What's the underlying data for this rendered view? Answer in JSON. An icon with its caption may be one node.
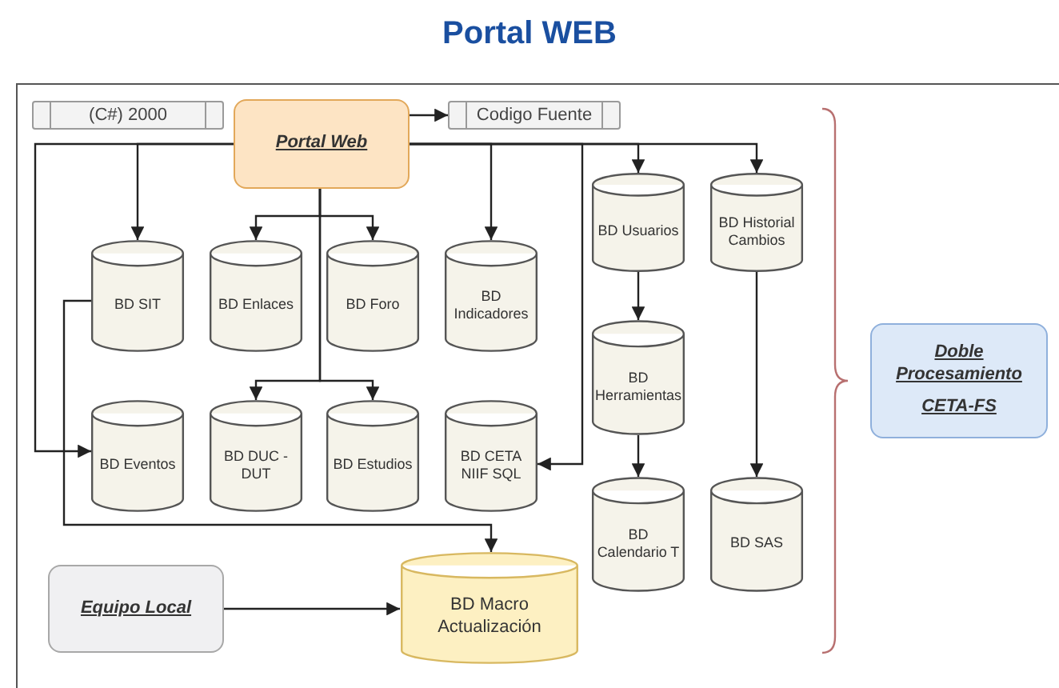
{
  "diagram": {
    "title": "Portal WEB",
    "nodes": [
      {
        "text": [
          "(C#) 2000"
        ]
      },
      {
        "text": [
          "Portal Web"
        ]
      },
      {
        "text": [
          "Codigo Fuente"
        ]
      },
      {
        "text": [
          "BD SIT"
        ]
      },
      {
        "text": [
          "BD Enlaces"
        ]
      },
      {
        "text": [
          "BD Foro"
        ]
      },
      {
        "text": [
          "BD Indicadores"
        ]
      },
      {
        "text": [
          "BD Usuarios"
        ]
      },
      {
        "text": [
          "BD Historial Cambios"
        ]
      },
      {
        "text": [
          "BD Eventos"
        ]
      },
      {
        "text": [
          "BD DUC - DUT"
        ]
      },
      {
        "text": [
          "BD Estudios"
        ]
      },
      {
        "text": [
          "BD CETA NIIF SQL"
        ]
      },
      {
        "text": [
          "BD Herramientas"
        ]
      },
      {
        "text": [
          "BD Calendario T"
        ]
      },
      {
        "text": [
          "BD SAS"
        ]
      },
      {
        "text": [
          "Doble Procesamiento",
          "CETA-FS"
        ]
      },
      {
        "text": [
          "Equipo Local"
        ]
      },
      {
        "text": [
          "BD Macro Actualización"
        ]
      }
    ],
    "edges": [
      {
        "from": 1,
        "to": 2,
        "arrow": "to"
      },
      {
        "from": 1,
        "to": 3,
        "arrow": "to"
      },
      {
        "from": 1,
        "to": 9,
        "arrow": "to"
      },
      {
        "from": 1,
        "to": 4,
        "arrow": "to"
      },
      {
        "from": 1,
        "to": 5,
        "arrow": "to"
      },
      {
        "from": 1,
        "to": 10,
        "arrow": "to"
      },
      {
        "from": 1,
        "to": 11,
        "arrow": "to"
      },
      {
        "from": 1,
        "to": 6,
        "arrow": "to"
      },
      {
        "from": 1,
        "to": 12,
        "arrow": "to"
      },
      {
        "from": 1,
        "to": 7,
        "arrow": "to"
      },
      {
        "from": 1,
        "to": 8,
        "arrow": "to"
      },
      {
        "from": 3,
        "to": 18,
        "arrow": "to"
      },
      {
        "from": 7,
        "to": 13,
        "arrow": "to"
      },
      {
        "from": 13,
        "to": 14,
        "arrow": "to"
      },
      {
        "from": 8,
        "to": 15,
        "arrow": "to"
      },
      {
        "from": 17,
        "to": 18,
        "arrow": "to"
      }
    ]
  }
}
